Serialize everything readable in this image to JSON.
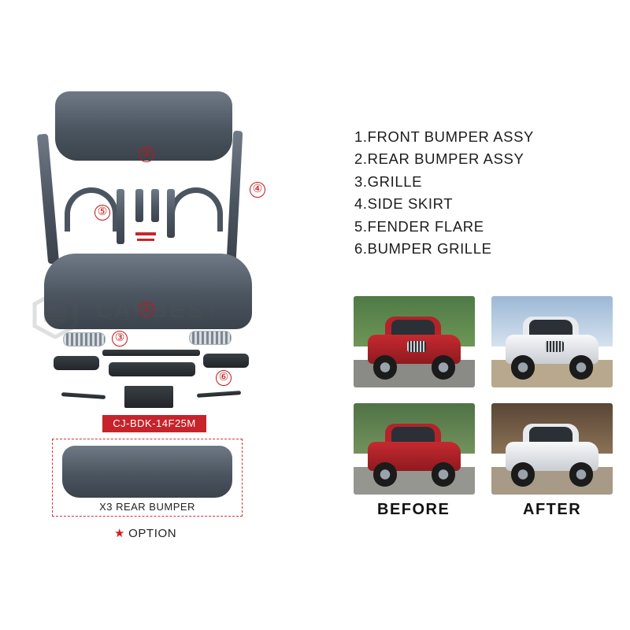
{
  "parts_list": [
    "1.FRONT BUMPER ASSY",
    "2.REAR BUMPER ASSY",
    "3.GRILLE",
    "4.SIDE SKIRT",
    "5.FENDER FLARE",
    "6.BUMPER GRILLE"
  ],
  "callouts": [
    "②",
    "④",
    "⑤",
    "①",
    "③",
    "⑥"
  ],
  "watermark": "CARBEST",
  "product_code": "CJ-BDK-14F25M",
  "option_box_caption": "X3 REAR BUMPER",
  "option_label": "OPTION",
  "star_glyph": "★",
  "photo_labels": {
    "before": "BEFORE",
    "after": "AFTER"
  },
  "colors": {
    "accent_red": "#c7232a",
    "part_gray": "#4b5560",
    "car_before": "#b3232a",
    "car_after": "#f2f3f5"
  }
}
